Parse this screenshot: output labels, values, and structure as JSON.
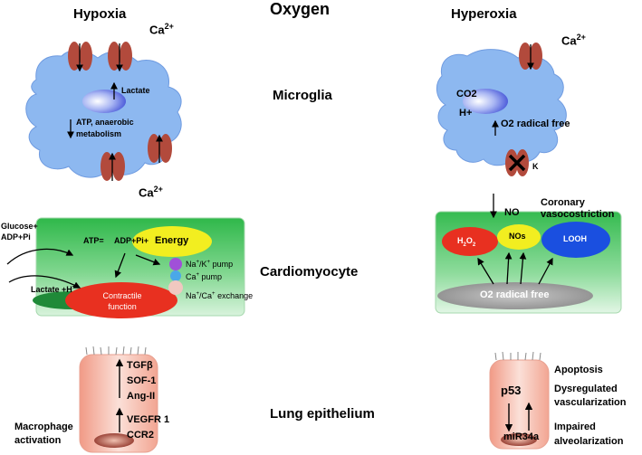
{
  "header": {
    "title": "Oxygen",
    "left": "Hypoxia",
    "right": "Hyperoxia"
  },
  "sections": {
    "microglia": "Microglia",
    "cardiomyocyte": "Cardiomyocyte",
    "lung": "Lung epithelium"
  },
  "calcium": {
    "base": "Ca",
    "charge": "2+"
  },
  "hypoxia_microglia": {
    "lactate": "Lactate",
    "atp_line1": "ATP, anaerobic",
    "atp_line2": "metabolism"
  },
  "hyperoxia_microglia": {
    "co2": "CO2",
    "h": "H+",
    "radical": "O2 radical free",
    "k": "K"
  },
  "hypoxia_cardio": {
    "glucose_line1": "Glucose+",
    "glucose_line2": "ADP+Pi",
    "atp_eq": "ATP=",
    "adp_pi": "ADP+Pi+",
    "energy": "Energy",
    "lactate_h": "Lactate +H",
    "lactate_h_sup": "+",
    "contractile_line1": "Contractile",
    "contractile_line2": "function",
    "pump1_a": "Na",
    "pump1_b": "/K",
    "pump1_c": " pump",
    "pump2_a": "Ca",
    "pump2_b": " pump",
    "pump3_a": "Na",
    "pump3_b": "/Ca",
    "pump3_c": " exchange",
    "plus": "+"
  },
  "hyperoxia_cardio": {
    "no": "NO",
    "coronary_line1": "Coronary",
    "coronary_line2": "vasocostriction",
    "h2o2_a": "H",
    "h2o2_b": "2",
    "h2o2_c": "O",
    "h2o2_d": "2",
    "nos": "NOs",
    "looh": "LOOH",
    "radical": "O2 radical free"
  },
  "hypoxia_lung": {
    "markers": [
      "TGFβ",
      "SOF-1",
      "Ang-II",
      "VEGFR 1",
      "CCR2"
    ],
    "macrophage_line1": "Macrophage",
    "macrophage_line2": "activation"
  },
  "hyperoxia_lung": {
    "p53": "p53",
    "mir": "miR34a",
    "outcome1": "Apoptosis",
    "outcome2_line1": "Dysregulated",
    "outcome2_line2": "vascularization",
    "outcome3_line1": "Impaired",
    "outcome3_line2": "alveolarization"
  },
  "colors": {
    "microglia_fill": "#8db8f0",
    "channel": "#b24a3c",
    "cell_green": "#3fbf5a",
    "red_ellipse": "#e83020",
    "yellow": "#f2ee20",
    "blue_ellipse": "#1a4fe0",
    "grey_ellipse": "#a8a8a8",
    "lung_cell": "#f3b5a6"
  }
}
